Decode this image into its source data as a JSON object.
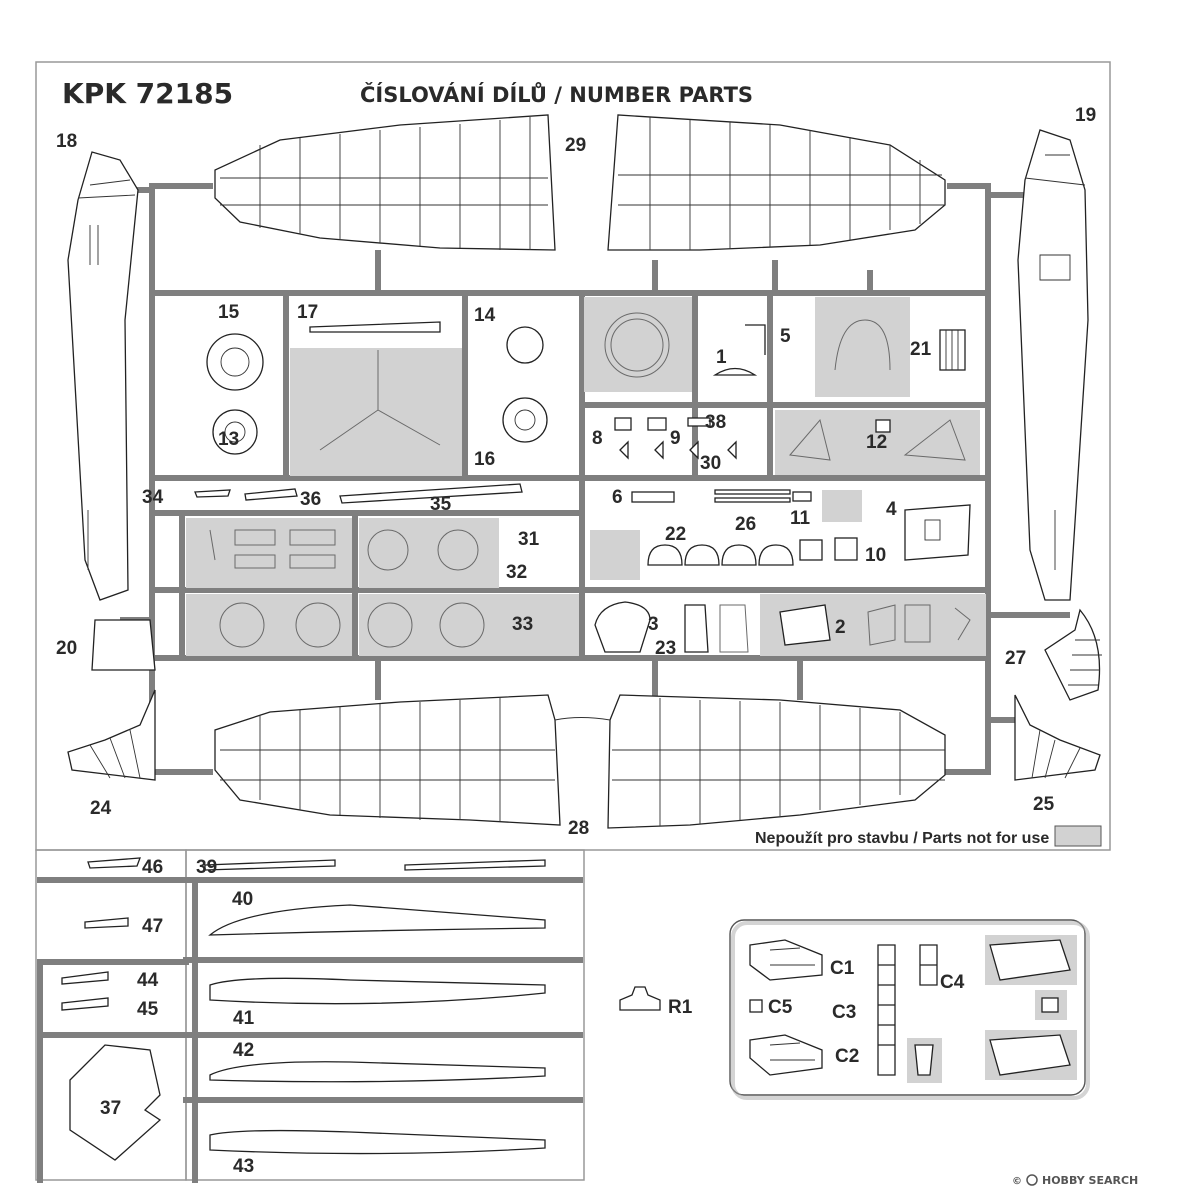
{
  "header": {
    "kit_code": "KPK 72185",
    "title": "ČÍSLOVÁNÍ DÍLŮ / NUMBER PARTS"
  },
  "legend": {
    "text": "Nepoužít pro stavbu / Parts not for use",
    "swatch_color": "#d2d2d2"
  },
  "part_numbers": {
    "p1": "1",
    "p2": "2",
    "p3": "3",
    "p4": "4",
    "p5": "5",
    "p6": "6",
    "p8": "8",
    "p9": "9",
    "p10": "10",
    "p11": "11",
    "p12": "12",
    "p13": "13",
    "p14": "14",
    "p15": "15",
    "p16": "16",
    "p17": "17",
    "p18": "18",
    "p19": "19",
    "p20": "20",
    "p21": "21",
    "p22": "22",
    "p23": "23",
    "p24": "24",
    "p25": "25",
    "p26": "26",
    "p27": "27",
    "p28": "28",
    "p29": "29",
    "p30": "30",
    "p31": "31",
    "p32": "32",
    "p33": "33",
    "p34": "34",
    "p35": "35",
    "p36": "36",
    "p37": "37",
    "p38": "38",
    "p39": "39",
    "p40": "40",
    "p41": "41",
    "p42": "42",
    "p43": "43",
    "p44": "44",
    "p45": "45",
    "p46": "46",
    "p47": "47"
  },
  "clear_parts": {
    "c1": "C1",
    "c2": "C2",
    "c3": "C3",
    "c4": "C4",
    "c5": "C5"
  },
  "resin_parts": {
    "r1": "R1"
  },
  "watermark": {
    "brand": "HOBBY SEARCH",
    "copyright_mark": "©"
  },
  "colors": {
    "sprue": "#7f7f7f",
    "not_for_use": "#d2d2d2",
    "outline": "#222222"
  }
}
